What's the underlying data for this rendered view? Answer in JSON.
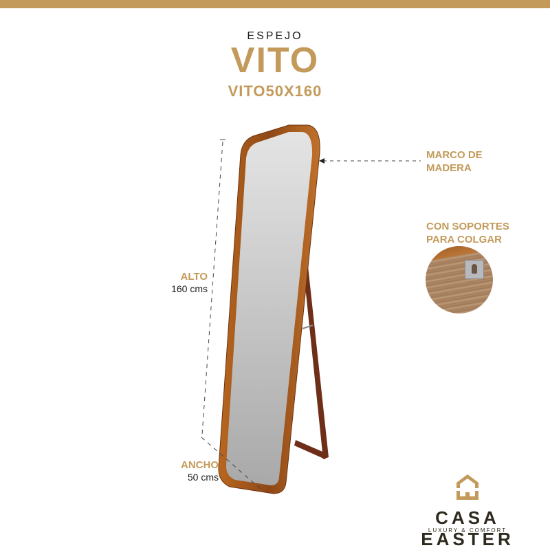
{
  "header": {
    "subtitle": "ESPEJO",
    "title": "VITO",
    "code": "VITO50X160"
  },
  "dimensions": {
    "height": {
      "label": "ALTO",
      "value": "160 cms"
    },
    "width": {
      "label": "ANCHO",
      "value": "50 cms"
    }
  },
  "features": [
    {
      "line1": "MARCO DE",
      "line2": "MADERA"
    },
    {
      "line1": "CON SOPORTES",
      "line2": "PARA COLGAR"
    }
  ],
  "brand": {
    "name": "CASA EASTER",
    "tagline": "LUXURY & COMFORT",
    "icon": "house-icon"
  },
  "colors": {
    "accent": "#c39a5a",
    "dark": "#2e2a1e",
    "wood": "#a0521e",
    "mirror": "#c8c8c8"
  }
}
